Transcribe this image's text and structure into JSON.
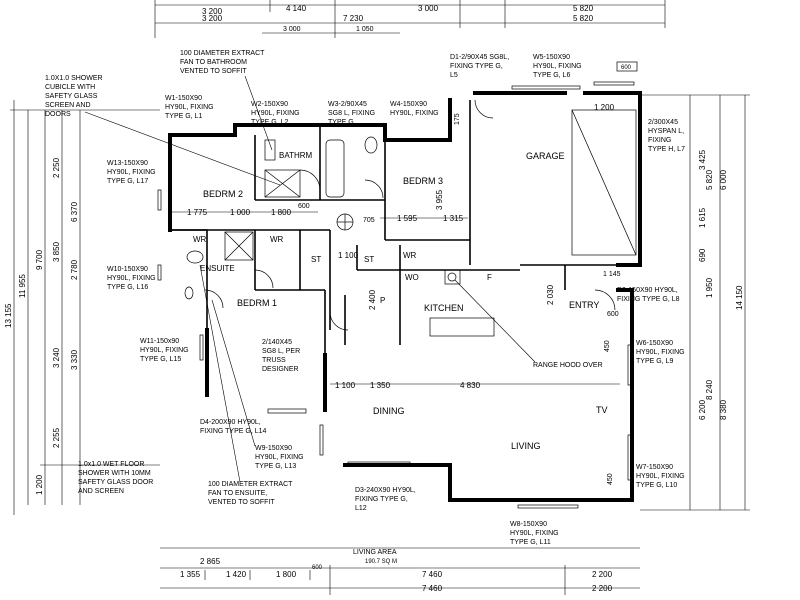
{
  "dims_top": {
    "row1": [
      "3 200",
      "4 140",
      "3 000",
      "5 820"
    ],
    "row2": [
      "3 200",
      "7 230",
      "5 820"
    ],
    "row3": [
      "3 000",
      "1 050"
    ],
    "window_600": "600"
  },
  "dims_left": {
    "outer1": "13 155",
    "outer2": "11 955",
    "col3": [
      "9 700",
      "1 200"
    ],
    "col4": [
      "2 250",
      "3 850",
      "3 240",
      "2 255"
    ],
    "col5": [
      "6 370",
      "2 780",
      "3 330"
    ]
  },
  "dims_right": {
    "col1": [
      "3 425",
      "1 615",
      "690",
      "6 200"
    ],
    "col2": [
      "5 820",
      "1 950",
      "8 240"
    ],
    "col3": [
      "6 000",
      "14 150",
      "8 380"
    ]
  },
  "dims_bottom": {
    "row1": [
      "2 865"
    ],
    "row2": [
      "1 355",
      "1 420",
      "1 800",
      "600",
      "7 460",
      "2 200"
    ],
    "row3": [
      "7 460",
      "2 200"
    ]
  },
  "inner_dims": {
    "d1775": "1 775",
    "d1000": "1 000",
    "d1800": "1 800",
    "d600a": "600",
    "d3955": "3 955",
    "d705": "705",
    "d1595": "1 595",
    "d1315": "1 315",
    "d1100a": "1 100",
    "d2400": "2 400",
    "d2030": "2 030",
    "d1145": "1 145",
    "d1100b": "1 100",
    "d1350": "1 350",
    "d4830": "4 830",
    "d450a": "450",
    "d450b": "450",
    "d175": "175",
    "d1200": "1 200",
    "d600b": "600"
  },
  "rooms": {
    "garage": "GARAGE",
    "bathrm": "BATHRM",
    "bedrm3": "BEDRM 3",
    "bedrm2": "BEDRM 2",
    "wr1": "WR",
    "wr2": "WR",
    "wr3": "WR",
    "st1": "ST",
    "st2": "ST",
    "ensuite": "ENSUITE",
    "bedrm1": "BEDRM 1",
    "kitchen": "KITCHEN",
    "entry": "ENTRY",
    "wo": "WO",
    "f": "F",
    "p": "P",
    "dining": "DINING",
    "tv": "TV",
    "living": "LIVING"
  },
  "notes": {
    "fan_bath": [
      "100 DIAMETER EXTRACT",
      "FAN TO BATHROOM",
      "VENTED TO SOFFIT"
    ],
    "shower_cubicle": [
      "1.0X1.0 SHOWER",
      "CUBICLE WITH",
      "SAFETY GLASS",
      "SCREEN AND",
      "DOORS"
    ],
    "w1": [
      "W1-150X90",
      "HY90L, FIXING",
      "TYPE G, L1"
    ],
    "w2": [
      "W2-150X90",
      "HY90L, FIXING",
      "TYPE G, L2"
    ],
    "w3": [
      "W3-2/90X45",
      "SG8 L, FIXING",
      "TYPE G,"
    ],
    "w4": [
      "W4-150X90",
      "HY90L, FIXING"
    ],
    "d1": [
      "D1-2/90X45 SG8L,",
      "FIXING TYPE G,",
      "L5"
    ],
    "w5": [
      "W5-150X90",
      "HY90L, FIXING",
      "TYPE G, L6"
    ],
    "l7": [
      "2/300X45",
      "HYSPAN L,",
      "FIXING",
      "TYPE H, L7"
    ],
    "w13": [
      "W13-150X90",
      "HY90L, FIXING",
      "TYPE G, L17"
    ],
    "w10": [
      "W10-150X90",
      "HY90L, FIXING",
      "TYPE G, L16"
    ],
    "w11": [
      "W11-150x90",
      "HY90L, FIXING",
      "TYPE G, L15"
    ],
    "d2": [
      "D2-150X90 HY90L,",
      "FIXING TYPE G, L8"
    ],
    "truss": [
      "2/140X45",
      "SG8 L, PER",
      "TRUSS",
      "DESIGNER"
    ],
    "range": "RANGE HOOD OVER",
    "w6": [
      "W6-150X90",
      "HY90L, FIXING",
      "TYPE G, L9"
    ],
    "d4": [
      "D4-200X90 HY90L,",
      "FIXING TYPE G, L14"
    ],
    "w9": [
      "W9-150X90",
      "HY90L, FIXING",
      "TYPE G, L13"
    ],
    "wet_floor": [
      "1.0x1.0 WET FLOOR",
      "SHOWER WITH 10MM",
      "SAFETY GLASS DOOR",
      "AND SCREEN"
    ],
    "fan_ensuite": [
      "100 DIAMETER EXTRACT",
      "FAN TO ENSUITE,",
      "VENTED TO SOFFIT"
    ],
    "d3": [
      "D3-240X90 HY90L,",
      "FIXING TYPE G,",
      "L12"
    ],
    "w7": [
      "W7-150X90",
      "HY90L, FIXING",
      "TYPE G, L10"
    ],
    "w8": [
      "W8-150X90",
      "HY90L, FIXING",
      "TYPE G, L11"
    ]
  },
  "area": {
    "label": "LIVING AREA",
    "value": "190.7 SQ M"
  }
}
